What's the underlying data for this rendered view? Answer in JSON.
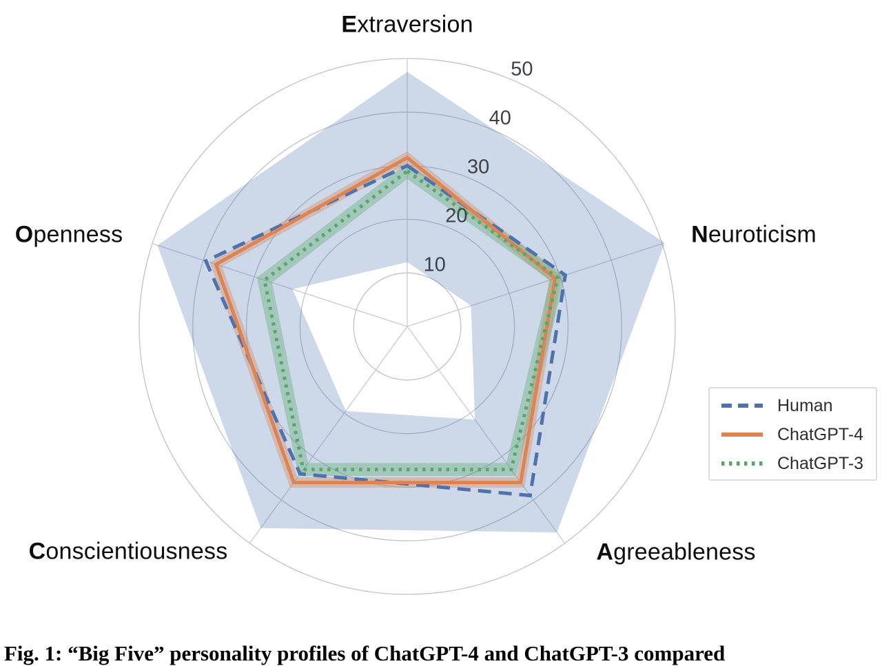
{
  "figure": {
    "caption": "Fig. 1: “Big Five” personality profiles of ChatGPT-4 and ChatGPT-3 compared"
  },
  "chart_data": {
    "type": "radar",
    "title": "",
    "categories": [
      "Extraversion",
      "Neuroticism",
      "Agreeableness",
      "Conscientiousness",
      "Openness"
    ],
    "r_ticks": [
      10,
      20,
      30,
      40,
      50
    ],
    "r_axis_range": [
      0,
      55
    ],
    "grid": true,
    "grid_color": "#bfc2ca",
    "spoke_color": "#c9cbd2",
    "tick_label_color": "#3c414b",
    "legend_position": "right",
    "series": [
      {
        "name": "Human",
        "color": "#4C72B0",
        "line_style": "dashed",
        "values": [
          30,
          31,
          39,
          34,
          39.5
        ],
        "band_lower": [
          12,
          12.5,
          21.5,
          19.5,
          22.5
        ],
        "band_upper": [
          47.5,
          50.5,
          47.5,
          46.5,
          49
        ],
        "band_fill": "rgba(76,114,176,0.28)"
      },
      {
        "name": "ChatGPT-4",
        "color": "#DD8452",
        "line_style": "solid",
        "values": [
          31.5,
          29,
          36,
          36,
          37.5
        ],
        "band_lower": [
          30.3,
          27.8,
          34.8,
          34.8,
          36.3
        ],
        "band_upper": [
          32.7,
          30.2,
          37.2,
          37.2,
          38.7
        ],
        "band_fill": "rgba(221,132,82,0.35)"
      },
      {
        "name": "ChatGPT-3",
        "color": "#55A868",
        "line_style": "dotted",
        "values": [
          29,
          29.5,
          33,
          33,
          28
        ],
        "band_lower": [
          27.5,
          28,
          31.5,
          31.5,
          26.5
        ],
        "band_upper": [
          30.5,
          31,
          34.5,
          34.5,
          29.5
        ],
        "band_fill": "rgba(85,168,104,0.35)"
      }
    ]
  }
}
